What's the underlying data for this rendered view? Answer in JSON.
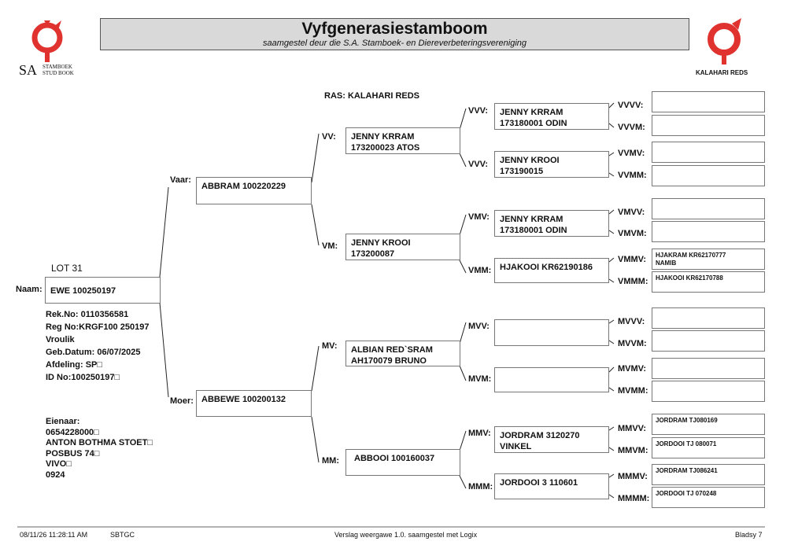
{
  "header": {
    "title": "Vyfgenerasiestamboom",
    "subtitle": "saamgestel deur die S.A. Stamboek- en Diereverbeteringsvereniging",
    "logo_left_text": [
      "SA",
      "STAMBOEK",
      "STUD BOOK"
    ],
    "logo_right_text": "KALAHARI REDS",
    "logo_color": "#e0322e"
  },
  "breed": "RAS: KALAHARI REDS",
  "animal": {
    "lot": "LOT 31",
    "name_label": "Naam:",
    "name": "EWE 100250197",
    "details": [
      "Rek.No: 0110356581",
      "Reg No:KRGF100 250197",
      "Vroulik",
      "Geb.Datum: 06/07/2025",
      "Afdeling: SP□",
      "ID No:100250197□"
    ],
    "owner": [
      "Eienaar:",
      "0654228000□",
      "ANTON BOTHMA STOET□",
      "POSBUS 74□",
      "VIVO□",
      "0924"
    ]
  },
  "parents": {
    "sire": {
      "label": "Vaar:",
      "name": "ABBRAM 100220229"
    },
    "dam": {
      "label": "Moer:",
      "name": "ABBEWE 100200132"
    }
  },
  "grandparents": {
    "vv": {
      "label": "VV:",
      "name": "JENNY KRRAM\n173200023 ATOS"
    },
    "vm": {
      "label": "VM:",
      "name": "JENNY KROOI\n173200087"
    },
    "mv": {
      "label": "MV:",
      "name": "ALBIAN RED`SRAM\nAH170079 BRUNO"
    },
    "mm": {
      "label": "MM:",
      "name": "ABBOOI 100160037"
    }
  },
  "great_grandparents": {
    "vvv": {
      "label": "VVV:",
      "name": "JENNY KRRAM\n173180001 ODIN"
    },
    "vvm": {
      "label": "VVV:",
      "name": "JENNY KROOI\n173190015"
    },
    "vmv": {
      "label": "VMV:",
      "name": "JENNY KRRAM\n173180001 ODIN"
    },
    "vmm": {
      "label": "VMM:",
      "name": "HJAKOOI KR62190186"
    },
    "mvv": {
      "label": "MVV:",
      "name": ""
    },
    "mvm": {
      "label": "MVM:",
      "name": ""
    },
    "mmv": {
      "label": "MMV:",
      "name": "JORDRAM 3120270\nVINKEL"
    },
    "mmm": {
      "label": "MMM:",
      "name": "JORDOOI 3 110601"
    }
  },
  "gg_grandparents": {
    "vvvv": {
      "label": "VVVV:",
      "name": ""
    },
    "vvvm": {
      "label": "VVVM:",
      "name": ""
    },
    "vvmv": {
      "label": "VVMV:",
      "name": ""
    },
    "vvmm": {
      "label": "VVMM:",
      "name": ""
    },
    "vmvv": {
      "label": "VMVV:",
      "name": ""
    },
    "vmvm": {
      "label": "VMVM:",
      "name": ""
    },
    "vmmv": {
      "label": "VMMV:",
      "name": "HJAKRAM KR62170777\nNAMIB"
    },
    "vmmm": {
      "label": "VMMM:",
      "name": "HJAKOOI KR62170788"
    },
    "mvvv": {
      "label": "MVVV:",
      "name": ""
    },
    "mvvm": {
      "label": "MVVM:",
      "name": ""
    },
    "mvmv": {
      "label": "MVMV:",
      "name": ""
    },
    "mvmm": {
      "label": "MVMM:",
      "name": ""
    },
    "mmvv": {
      "label": "MMVV:",
      "name": "JORDRAM TJ080169"
    },
    "mmvm": {
      "label": "MMVM:",
      "name": "JORDOOI TJ 080071"
    },
    "mmmv": {
      "label": "MMMV:",
      "name": "JORDRAM TJ086241"
    },
    "mmmm": {
      "label": "MMMM:",
      "name": "JORDOOI TJ 070248"
    }
  },
  "footer": {
    "datetime": "08/11/26 11:28:11 AM",
    "code": "SBTGC",
    "version": "Verslag weergawe 1.0. saamgestel met Logix",
    "page": "Bladsy 7"
  }
}
